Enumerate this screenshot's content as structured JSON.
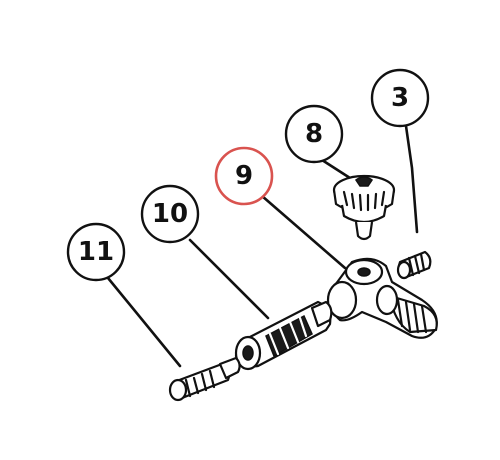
{
  "colors": {
    "ink": "#111111",
    "highlight": "#d9534f",
    "background": "#ffffff"
  },
  "callouts": [
    {
      "id": "3",
      "label": "3",
      "highlighted": false
    },
    {
      "id": "8",
      "label": "8",
      "highlighted": false
    },
    {
      "id": "9",
      "label": "9",
      "highlighted": true
    },
    {
      "id": "10",
      "label": "10",
      "highlighted": false
    },
    {
      "id": "11",
      "label": "11",
      "highlighted": false
    }
  ]
}
